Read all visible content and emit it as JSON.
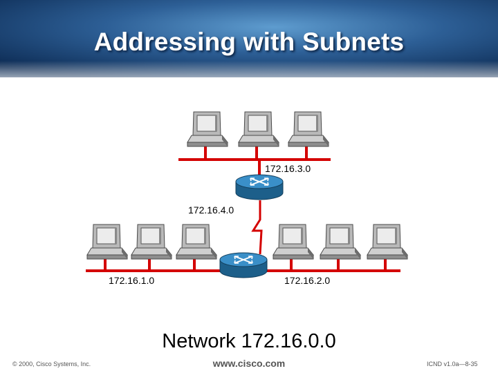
{
  "slide": {
    "title": "Addressing with Subnets",
    "network_label": "Network 172.16.0.0"
  },
  "subnets": {
    "top": "172.16.3.0",
    "middle": "172.16.4.0",
    "left": "172.16.1.0",
    "right": "172.16.2.0"
  },
  "footer": {
    "copyright": "© 2000, Cisco Systems, Inc.",
    "website": "www.cisco.com",
    "course": "ICND v1.0a—8-35"
  },
  "colors": {
    "segment_line": "#d40000",
    "header_dark": "#0d2f5c",
    "header_light": "#4f8fc4",
    "router_body": "#2a7fb5"
  }
}
